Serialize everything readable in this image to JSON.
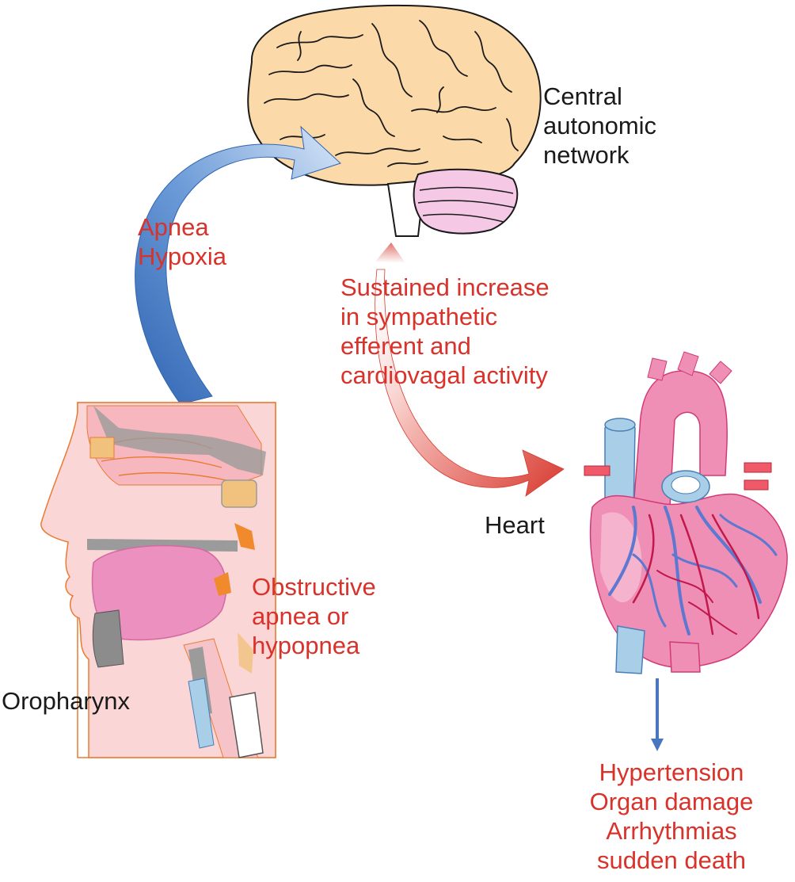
{
  "labels": {
    "central_autonomic_network": [
      "Central",
      "autonomic",
      "network"
    ],
    "apnea_hypoxia": [
      "Apnea",
      "Hypoxia"
    ],
    "sustained_increase": [
      "Sustained increase",
      "in sympathetic",
      "efferent and",
      "cardiovagal activity"
    ],
    "heart": "Heart",
    "obstructive": [
      "Obstructive",
      "apnea or",
      "hypopnea"
    ],
    "oropharynx": "Oropharynx",
    "outcomes": [
      "Hypertension",
      "Organ damage",
      "Arrhythmias",
      "sudden death"
    ]
  },
  "colors": {
    "brain_fill": "#fcd9a8",
    "cerebellum_fill": "#f5c8e6",
    "blue_arrow": "#3f78c4",
    "red_arrow": "#dd3a32",
    "heart_pink": "#ef8fb6",
    "vessel_blue": "#a9cfe8",
    "text_red": "#d8322a",
    "text_black": "#1a1a1a"
  }
}
